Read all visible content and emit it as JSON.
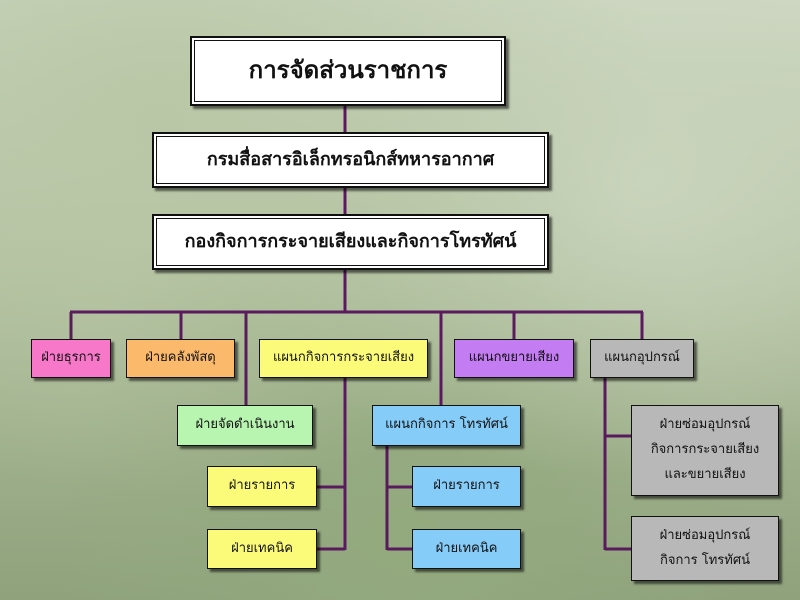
{
  "title": "การจัดส่วนราชการ",
  "department": "กรมสื่อสารอิเล็กทรอนิกส์ทหารอากาศ",
  "division": "กองกิจการกระจายเสียงและกิจการโทรทัศน์",
  "units": [
    {
      "label": "ฝ่ายธุรการ",
      "color": "#f777c8"
    },
    {
      "label": "ฝ่ายคลังพัสดุ",
      "color": "#fbb96b"
    },
    {
      "label": "แผนกกิจการกระจายเสียง",
      "color": "#fbfb79"
    },
    {
      "label": "แผนกขยายเสียง",
      "color": "#c37cf2"
    },
    {
      "label": "แผนกอุปกรณ์",
      "color": "#b8b8b8"
    }
  ],
  "operations": {
    "label": "ฝ่ายจัดดำเนินงาน",
    "color": "#b8f5b0"
  },
  "tv": {
    "label": "แผนกกิจการ โทรทัศน์",
    "color": "#86ccf8"
  },
  "radio_sub": [
    "ฝ่ายรายการ",
    "ฝ่ายเทคนิค"
  ],
  "tv_sub": [
    "ฝ่ายรายการ",
    "ฝ่ายเทคนิค"
  ],
  "equipment_sub": [
    [
      "ฝ่ายซ่อมอุปกรณ์",
      "กิจการกระจายเสียง",
      "และขยายเสียง"
    ],
    [
      "ฝ่ายซ่อมอุปกรณ์",
      "กิจการ โทรทัศน์"
    ]
  ],
  "line_color": "#5a1a5e"
}
